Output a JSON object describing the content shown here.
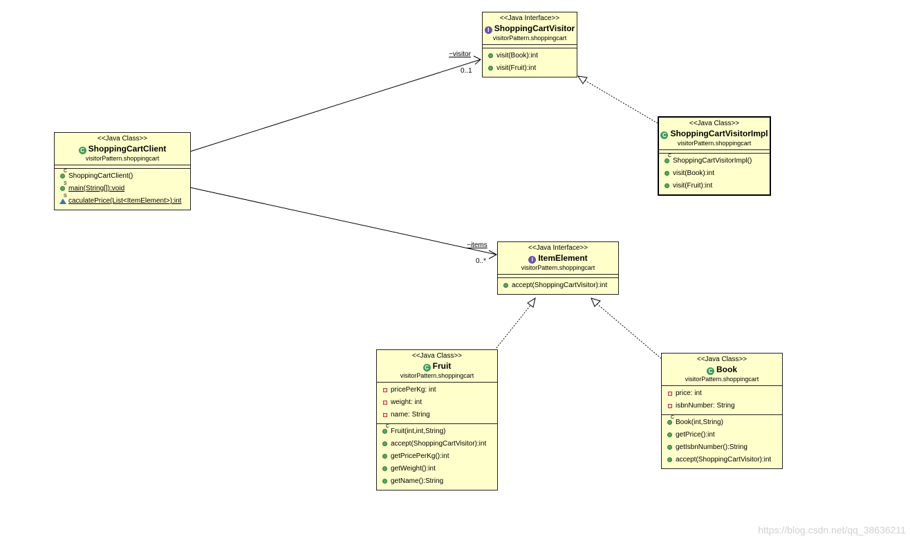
{
  "classes": {
    "visitor": {
      "stereotype": "<<Java Interface>>",
      "name": "ShoppingCartVisitor",
      "package": "visitorPattern.shoppingcart",
      "methods": [
        {
          "text": "visit(Book):int"
        },
        {
          "text": "visit(Fruit):int"
        }
      ]
    },
    "visitorImpl": {
      "stereotype": "<<Java Class>>",
      "name": "ShoppingCartVisitorImpl",
      "package": "visitorPattern.shoppingcart",
      "methods": [
        {
          "text": "ShoppingCartVisitorImpl()",
          "sup": "C"
        },
        {
          "text": "visit(Book):int"
        },
        {
          "text": "visit(Fruit):int"
        }
      ]
    },
    "client": {
      "stereotype": "<<Java Class>>",
      "name": "ShoppingCartClient",
      "package": "visitorPattern.shoppingcart",
      "methods": [
        {
          "text": "ShoppingCartClient()",
          "sup": "C"
        },
        {
          "text": "main(String[]):void",
          "sup": "S"
        },
        {
          "text": "caculatePrice(List<ItemElement>):int",
          "sup": "S"
        }
      ]
    },
    "itemElement": {
      "stereotype": "<<Java Interface>>",
      "name": "ItemElement",
      "package": "visitorPattern.shoppingcart",
      "methods": [
        {
          "text": "accept(ShoppingCartVisitor):int"
        }
      ]
    },
    "fruit": {
      "stereotype": "<<Java Class>>",
      "name": "Fruit",
      "package": "visitorPattern.shoppingcart",
      "fields": [
        {
          "text": "pricePerKg: int"
        },
        {
          "text": "weight: int"
        },
        {
          "text": "name: String"
        }
      ],
      "methods": [
        {
          "text": "Fruit(int,int,String)",
          "sup": "C"
        },
        {
          "text": "accept(ShoppingCartVisitor):int"
        },
        {
          "text": "getPricePerKg():int"
        },
        {
          "text": "getWeight():int"
        },
        {
          "text": "getName():String"
        }
      ]
    },
    "book": {
      "stereotype": "<<Java Class>>",
      "name": "Book",
      "package": "visitorPattern.shoppingcart",
      "fields": [
        {
          "text": "price: int"
        },
        {
          "text": "isbnNumber: String"
        }
      ],
      "methods": [
        {
          "text": "Book(int,String)",
          "sup": "C"
        },
        {
          "text": "getPrice():int"
        },
        {
          "text": "getIsbnNumber():String"
        },
        {
          "text": "accept(ShoppingCartVisitor):int"
        }
      ]
    }
  },
  "associations": {
    "visitor": {
      "role": "~visitor",
      "multiplicity": "0..1"
    },
    "items": {
      "role": "~items",
      "multiplicity": "0..*"
    }
  },
  "watermark": "https://blog.csdn.net/qq_38636211",
  "colors": {
    "box_fill": "#ffffcc",
    "class_badge": "#3d9a57",
    "interface_badge": "#6a52a8",
    "public_marker": "#56a85e",
    "private_marker": "#c03030",
    "package_marker": "#3a6fc4"
  }
}
